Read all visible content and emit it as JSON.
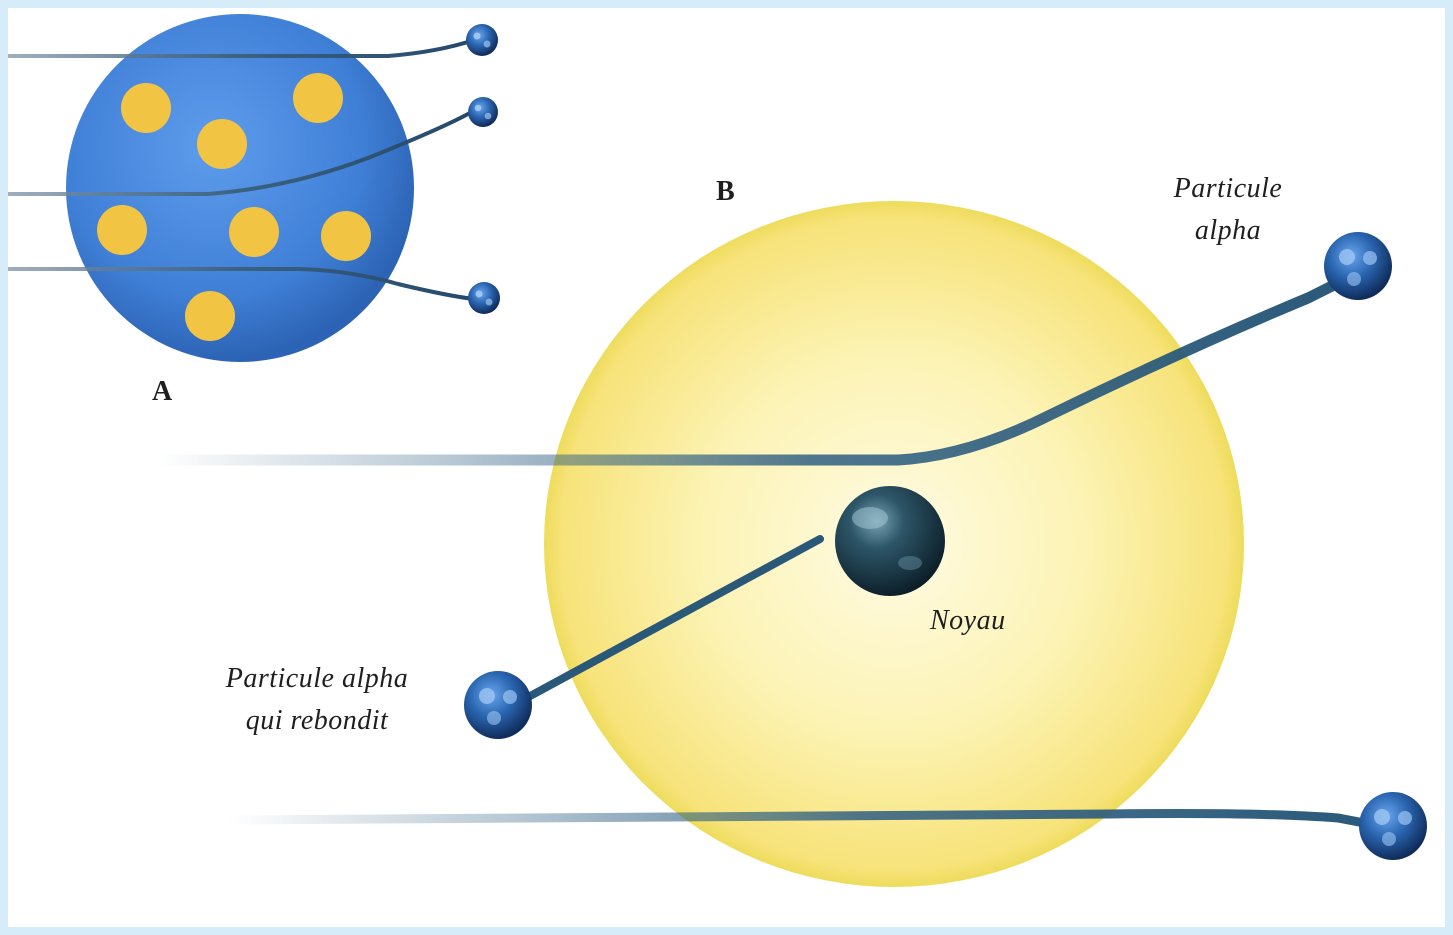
{
  "labels": {
    "panel_a": "A",
    "panel_b": "B",
    "alpha_top_line1": "Particule",
    "alpha_top_line2": "alpha",
    "nucleus": "Noyau",
    "rebound_line1": "Particule alpha",
    "rebound_line2": "qui rebondit"
  },
  "colors": {
    "frame_border": "#d6ecf8",
    "background": "#ffffff",
    "thomson_atom": "#3f7fd6",
    "thomson_charges": "#f2c443",
    "rutherford_atom": "#fbf1a0",
    "rutherford_rim": "#eedc5c",
    "particle_path": "#2f5f82",
    "alpha_particle": "#1f5fa8",
    "nucleus": "#10303e"
  }
}
